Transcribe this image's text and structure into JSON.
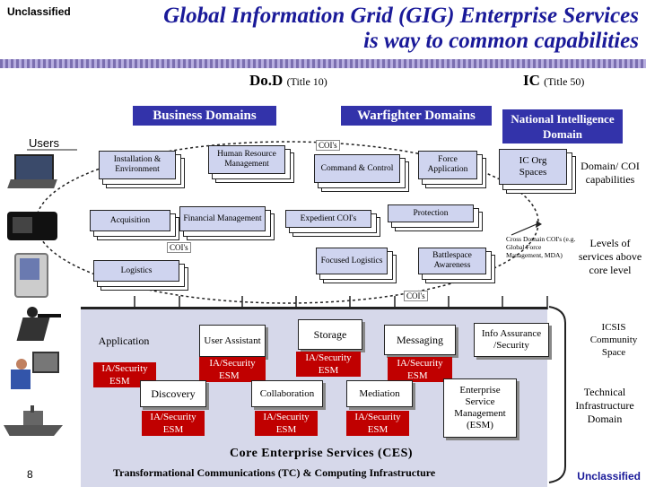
{
  "header": {
    "classification_top": "Unclassified",
    "title_line1": "Global Information Grid (GIG) Enterprise Services",
    "title_line2": "is way to common capabilities",
    "classification_bottom": "Unclassified",
    "page_number": "8"
  },
  "authorities": {
    "dod": "Do.D",
    "dod_title": "(Title 10)",
    "ic": "IC",
    "ic_title": "(Title 50)"
  },
  "domains": {
    "business": "Business Domains",
    "warfighter": "Warfighter Domains",
    "national_intelligence": "National Intelligence Domain",
    "users": "Users",
    "ic_org_spaces": "IC Org Spaces"
  },
  "business_nodes": {
    "installation": "Installation & Environment",
    "human_resource": "Human Resource Management",
    "acquisition": "Acquisition",
    "financial": "Financial Management",
    "logistics": "Logistics"
  },
  "warfighter_nodes": {
    "command_control": "Command & Control",
    "force_application": "Force Application",
    "expedient": "Expedient COI's",
    "protection": "Protection",
    "focused_logistics": "Focused Logistics",
    "battlespace": "Battlespace Awareness"
  },
  "coi_labels": {
    "coi1": "COI's",
    "coi2": "COI's",
    "coi3": "COI's",
    "cross_domain": "Cross Domain COI's (e.g. Global Force Management, MDA)"
  },
  "right_labels": {
    "domain_coi": "Domain/ COI capabilities",
    "levels": "Levels of services above core level",
    "icsis": "ICSIS Community Space",
    "technical": "Technical Infrastructure Domain"
  },
  "ces": {
    "application": "Application",
    "ia_security": "IA/Security",
    "esm": "ESM",
    "user_assistant": "User Assistant",
    "storage": "Storage",
    "messaging": "Messaging",
    "info_assurance": "Info Assurance /Security",
    "discovery": "Discovery",
    "collaboration": "Collaboration",
    "mediation": "Mediation",
    "enterprise_esm": "Enterprise Service Management (ESM)",
    "core_label": "Core Enterprise Services (CES)",
    "transformational": "Transformational Communications (TC) & Computing Infrastructure"
  },
  "colors": {
    "title_blue": "#1a1a99",
    "domain_blue": "#3333aa",
    "ia_red": "#c00000",
    "ces_bg": "#d6d8ea",
    "node_fill": "#cfd4ef"
  }
}
